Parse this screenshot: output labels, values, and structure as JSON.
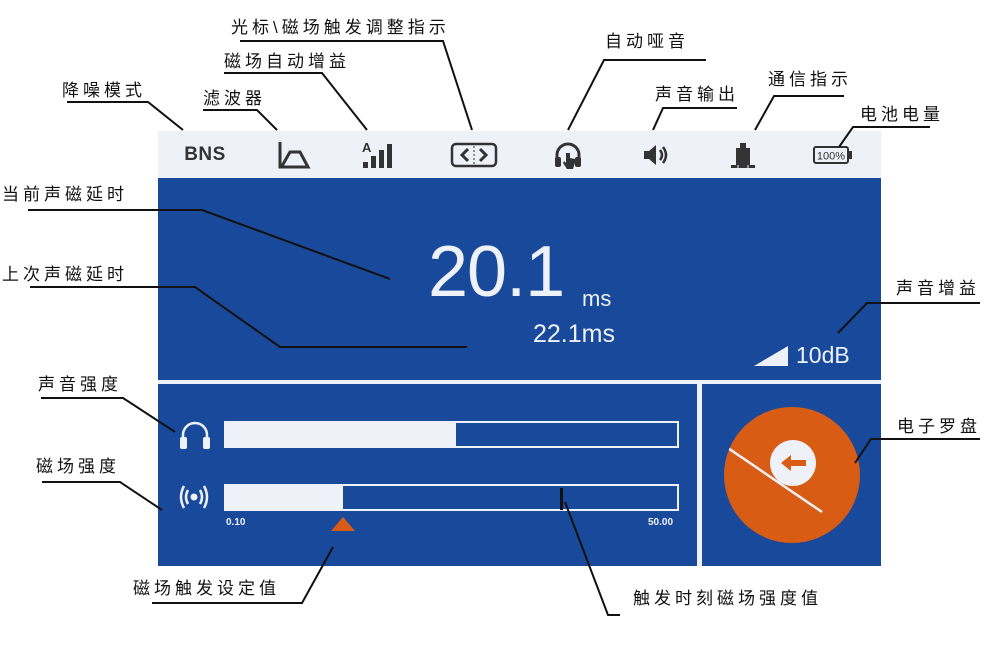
{
  "statusbar": {
    "noise_mode": "BNS",
    "icons": [
      "filter-icon",
      "auto-gain-signal-icon",
      "cursor-adjust-icon",
      "auto-mute-headphone-icon",
      "speaker-icon",
      "comm-indicator-icon",
      "battery-icon"
    ],
    "battery_label": "100%",
    "auto_gain_letter": "A"
  },
  "main": {
    "current_delay_value": "20.1",
    "current_delay_unit": "ms",
    "previous_delay": "22.1ms",
    "sound_gain": "10dB"
  },
  "meters": {
    "sound_intensity": {
      "fill_percent": 51
    },
    "magnetic_intensity": {
      "fill_percent": 26,
      "trigger_marker_percent": 74,
      "setpoint_percent": 26,
      "scale_min": "0.10",
      "scale_max": "50.00"
    }
  },
  "compass": {
    "direction": "left",
    "color": "#d95c14"
  },
  "colors": {
    "panel_blue": "#19499b",
    "light": "#eef1f8",
    "accent_orange": "#d95c14"
  },
  "callouts": {
    "noise_mode": "降噪模式",
    "filter": "滤波器",
    "mag_auto_gain": "磁场自动增益",
    "cursor_trigger_adjust": "光标\\磁场触发调整指示",
    "auto_mute": "自动哑音",
    "sound_output": "声音输出",
    "comm_indicator": "通信指示",
    "battery_level": "电池电量",
    "current_delay": "当前声磁延时",
    "previous_delay": "上次声磁延时",
    "sound_gain": "声音增益",
    "sound_intensity": "声音强度",
    "mag_intensity": "磁场强度",
    "compass": "电子罗盘",
    "mag_trigger_setpoint": "磁场触发设定值",
    "trigger_mag_value": "触发时刻磁场强度值"
  }
}
